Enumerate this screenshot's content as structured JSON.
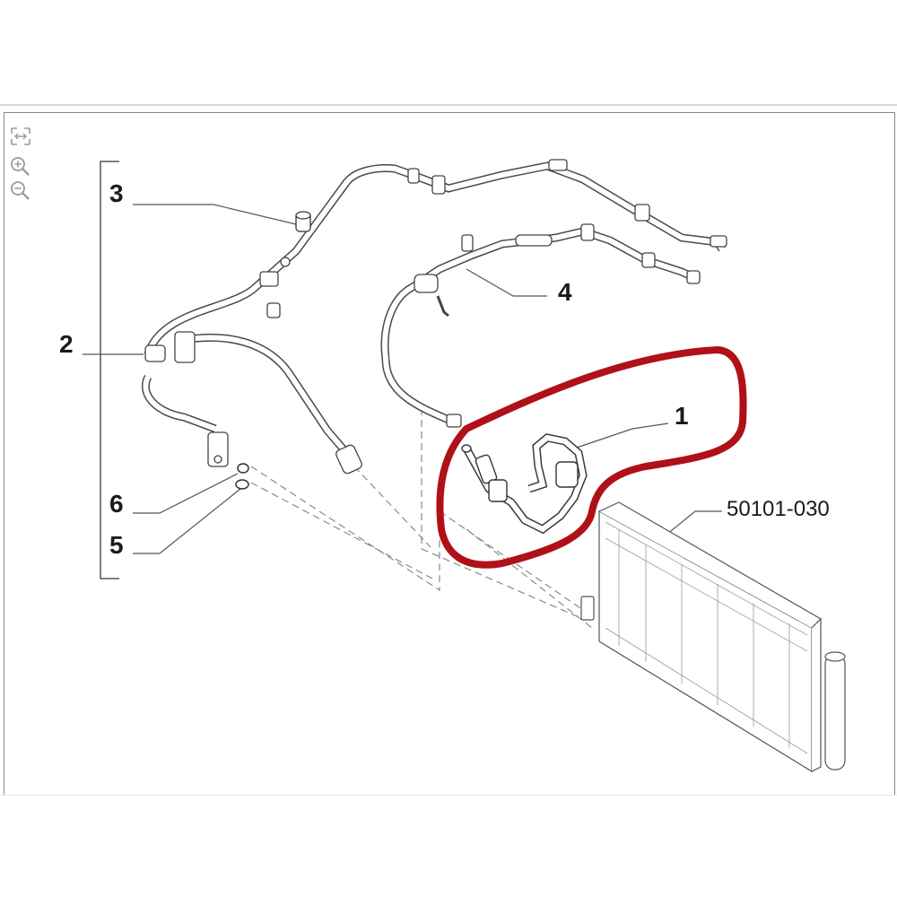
{
  "toolbar": {
    "icons": [
      "fit-screen-icon",
      "zoom-in-icon",
      "zoom-out-icon"
    ]
  },
  "callouts": {
    "c1": "1",
    "c2": "2",
    "c3": "3",
    "c4": "4",
    "c5": "5",
    "c6": "6"
  },
  "part_number": "50101-030",
  "colors": {
    "highlight": "#b01018",
    "line": "#3a3a3a",
    "frame": "#8a8a8a"
  }
}
